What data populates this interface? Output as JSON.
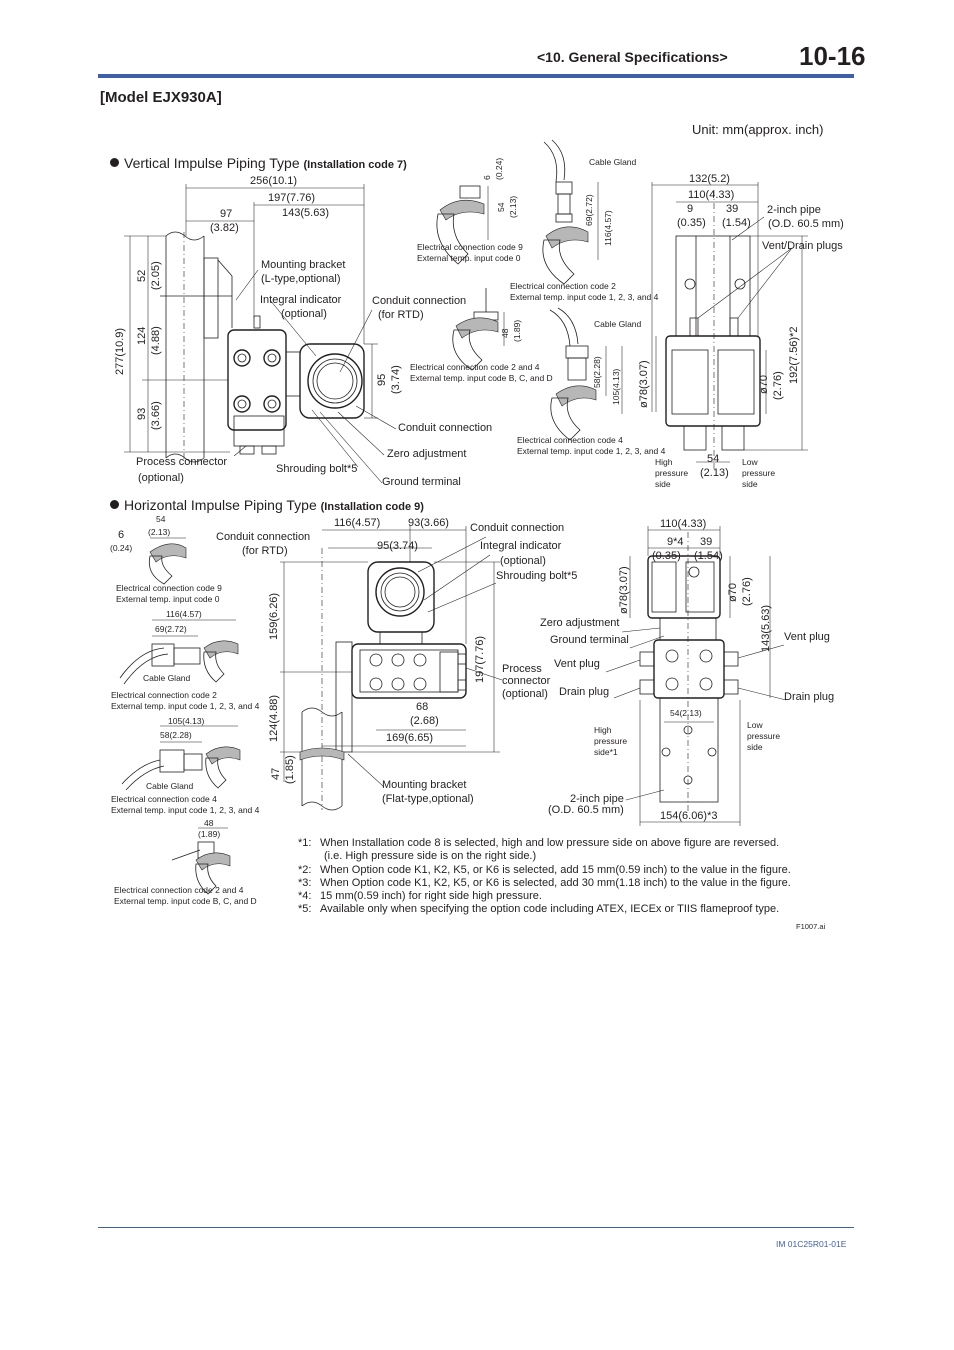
{
  "header": {
    "section": "<10. General Specifications>",
    "page_number": "10-16"
  },
  "model_title": "[Model EJX930A]",
  "unit_note": "Unit: mm(approx. inch)",
  "vertical": {
    "heading": "Vertical Impulse Piping Type",
    "install_code": "(Installation code 7)",
    "dims": {
      "d256": "256(10.1)",
      "d197": "197(7.76)",
      "d143": "143(5.63)",
      "d97": "97",
      "d97b": "(3.82)",
      "d277": "277(10.9)",
      "d52": "52",
      "d52b": "(2.05)",
      "d124": "124",
      "d124b": "(4.88)",
      "d93": "93",
      "d93b": "(3.66)",
      "d95": "95",
      "d95b": "(3.74)",
      "d6": "6",
      "d6b": "(0.24)",
      "d54": "54",
      "d54b": "(2.13)",
      "d116": "116(4.57)",
      "d69": "69(2.72)",
      "d48": "48",
      "d48b": "(1.89)",
      "d105": "105(4.13)",
      "d58": "58(2.28)",
      "d132": "132(5.2)",
      "d110": "110(4.33)",
      "d9": "9",
      "d9b": "(0.35)",
      "d39": "39",
      "d39b": "(1.54)",
      "d78": "ø78(3.07)",
      "d70": "ø70",
      "d70b": "(2.76)",
      "d192": "192(7.56)*2",
      "d54r": "54",
      "d54rb": "(2.13)"
    },
    "labels": {
      "mounting_bracket": "Mounting bracket",
      "mounting_bracket_sub": "(L-type,optional)",
      "integral_indicator": "Integral indicator",
      "integral_indicator_sub": "(optional)",
      "conduit_rtd": "Conduit connection",
      "conduit_rtd_sub": "(for RTD)",
      "conduit": "Conduit connection",
      "zero_adj": "Zero adjustment",
      "process_conn": "Process connector",
      "process_conn_sub": "(optional)",
      "shrouding": "Shrouding bolt*5",
      "ground": "Ground terminal",
      "cable_gland_1": "Cable Gland",
      "cable_gland_2": "Cable Gland",
      "elec9": "Electrical connection code 9",
      "elec9_sub": "External temp. input code 0",
      "elec2": "Electrical connection code 2",
      "elec2_sub": "External temp. input code 1, 2, 3, and 4",
      "elec24": "Electrical connection code 2 and 4",
      "elec24_sub": "External temp. input code B, C, and D",
      "elec4": "Electrical connection code 4",
      "elec4_sub": "External temp. input code 1, 2, 3, and 4",
      "pipe": "2-inch pipe",
      "pipe_sub": "(O.D. 60.5 mm)",
      "vent_drain": "Vent/Drain plugs",
      "high_side": "High\npressure\nside",
      "low_side": "Low\npressure\nside"
    }
  },
  "horizontal": {
    "heading": "Horizontal Impulse Piping Type",
    "install_code": "(Installation code 9)",
    "dims": {
      "d54": "54",
      "d54b": "(2.13)",
      "d6": "6",
      "d6b": "(0.24)",
      "d116": "116(4.57)",
      "d69": "69(2.72)",
      "d105": "105(4.13)",
      "d58": "58(2.28)",
      "d48": "48",
      "d48b": "(1.89)",
      "d116c": "116(4.57)",
      "d93": "93(3.66)",
      "d95": "95(3.74)",
      "d159": "159(6.26)",
      "d124": "124(4.88)",
      "d47": "47",
      "d47b": "(1.85)",
      "d197": "197(7.76)",
      "d68": "68",
      "d68b": "(2.68)",
      "d169": "169(6.65)",
      "d110": "110(4.33)",
      "d9": "9*4",
      "d9b": "(0.35)",
      "d39": "39",
      "d39b": "(1.54)",
      "d78": "ø78(3.07)",
      "d70": "ø70",
      "d70b": "(2.76)",
      "d143": "143(5.63)",
      "d54c": "54(2.13)",
      "d154": "154(6.06)*3"
    },
    "labels": {
      "elec9": "Electrical connection code 9",
      "elec9_sub": "External temp. input code 0",
      "cable_gland_1": "Cable Gland",
      "elec2": "Electrical connection code 2",
      "elec2_sub": "External temp. input code 1, 2, 3, and 4",
      "cable_gland_2": "Cable Gland",
      "elec4": "Electrical connection code 4",
      "elec4_sub": "External temp. input code 1, 2, 3, and 4",
      "elec24": "Electrical connection code 2 and 4",
      "elec24_sub": "External temp. input code B, C, and D",
      "conduit_rtd": "Conduit connection",
      "conduit_rtd_sub": "(for RTD)",
      "conduit": "Conduit connection",
      "integral_indicator": "Integral indicator",
      "integral_indicator_sub": "(optional)",
      "shrouding": "Shrouding bolt*5",
      "zero_adj": "Zero adjustment",
      "ground": "Ground terminal",
      "process_conn": "Process",
      "process_conn_2": "connector",
      "process_conn_sub": "(optional)",
      "vent_plug_l": "Vent plug",
      "drain_plug_l": "Drain plug",
      "vent_plug_r": "Vent plug",
      "drain_plug_r": "Drain plug",
      "mounting_bracket": "Mounting bracket",
      "mounting_bracket_sub": "(Flat-type,optional)",
      "high_side": "High\npressure\nside*1",
      "low_side": "Low\npressure\nside",
      "pipe": "2-inch pipe",
      "pipe_sub": "(O.D. 60.5 mm)"
    }
  },
  "notes": [
    {
      "key": "*1:",
      "text": "When Installation code 8 is selected, high and low pressure side on above figure are reversed."
    },
    {
      "key": "",
      "text": "(i.e.  High pressure side is on the right side.)"
    },
    {
      "key": "*2:",
      "text": "When Option code K1, K2, K5, or K6 is selected, add 15 mm(0.59 inch) to the value in the figure."
    },
    {
      "key": "*3:",
      "text": "When Option code K1, K2, K5, or K6 is selected, add 30 mm(1.18 inch) to the value in the figure."
    },
    {
      "key": "*4:",
      "text": "15 mm(0.59 inch) for right side high pressure."
    },
    {
      "key": "*5:",
      "text": "Available only when specifying the option code including ATEX, IECEx or TIIS flameproof type."
    }
  ],
  "figure_id": "F1007.ai",
  "doc_number": "IM 01C25R01-01E",
  "colors": {
    "accent": "#3f5fa8",
    "ink": "#231f20"
  }
}
